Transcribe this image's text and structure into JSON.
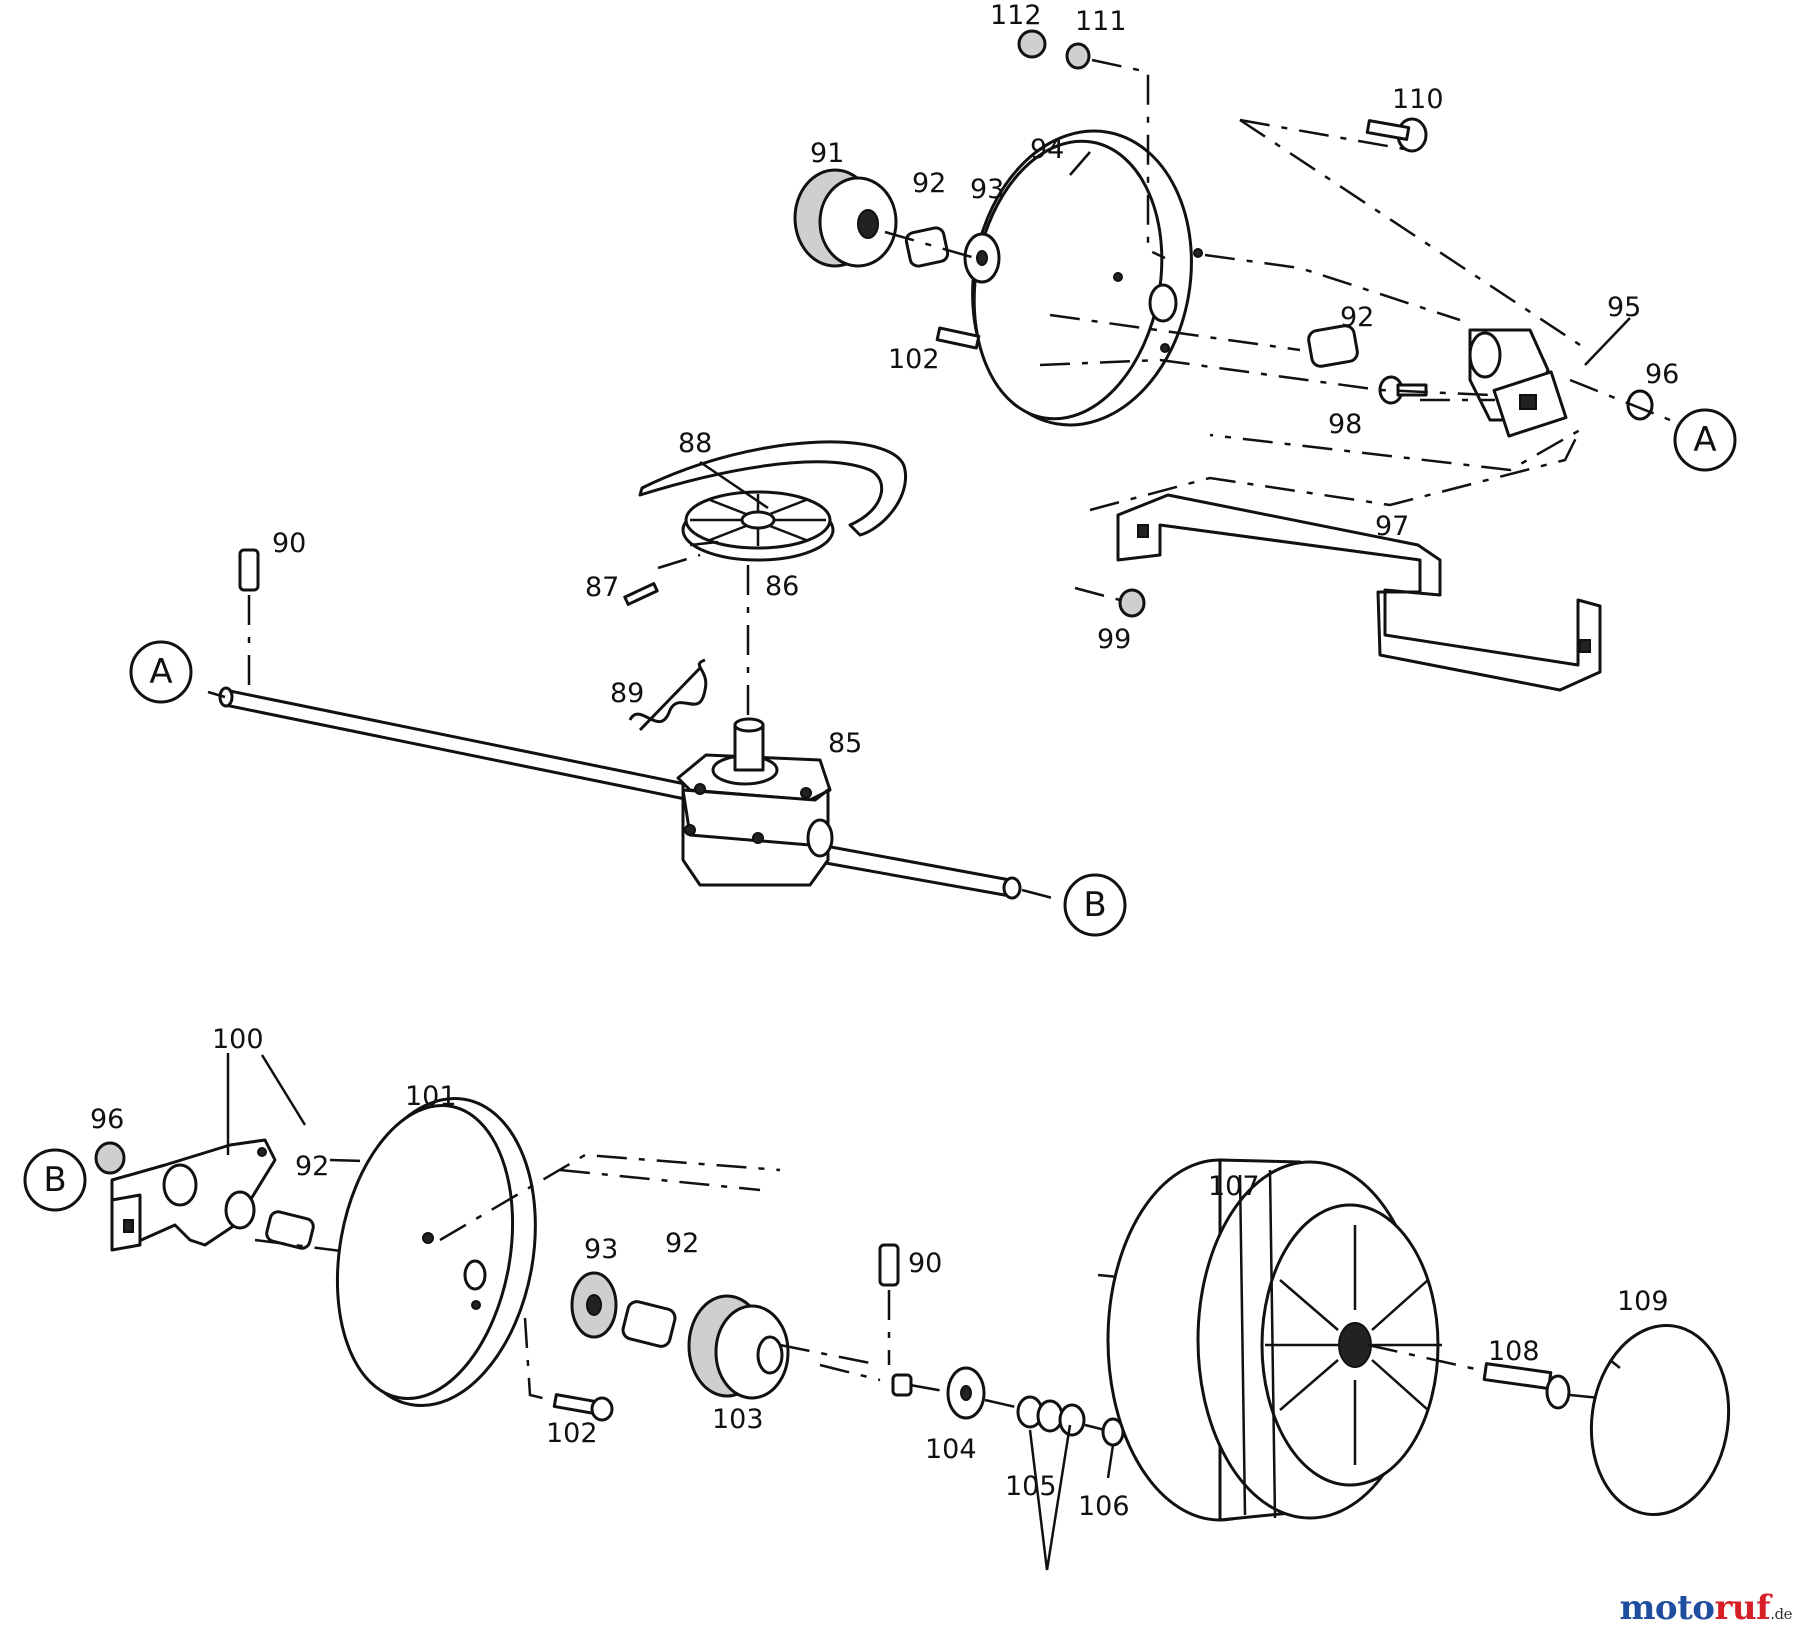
{
  "labels": {
    "p85": "85",
    "p86": "86",
    "p87": "87",
    "p88": "88",
    "p89": "89",
    "p90a": "90",
    "p90b": "90",
    "p91": "91",
    "p92a": "92",
    "p92b": "92",
    "p92c": "92",
    "p92d": "92",
    "p93a": "93",
    "p93b": "93",
    "p94": "94",
    "p95": "95",
    "p96a": "96",
    "p96b": "96",
    "p97": "97",
    "p98": "98",
    "p99": "99",
    "p100": "100",
    "p101": "101",
    "p102a": "102",
    "p102b": "102",
    "p103": "103",
    "p104": "104",
    "p105": "105",
    "p106": "106",
    "p107": "107",
    "p108": "108",
    "p109": "109",
    "p110": "110",
    "p111": "111",
    "p112": "112"
  },
  "references": {
    "a_left": "A",
    "a_right": "A",
    "b_left": "B",
    "b_right": "B"
  },
  "watermark": {
    "part1": "moto",
    "part2": "ruf",
    "tld": ".de"
  }
}
